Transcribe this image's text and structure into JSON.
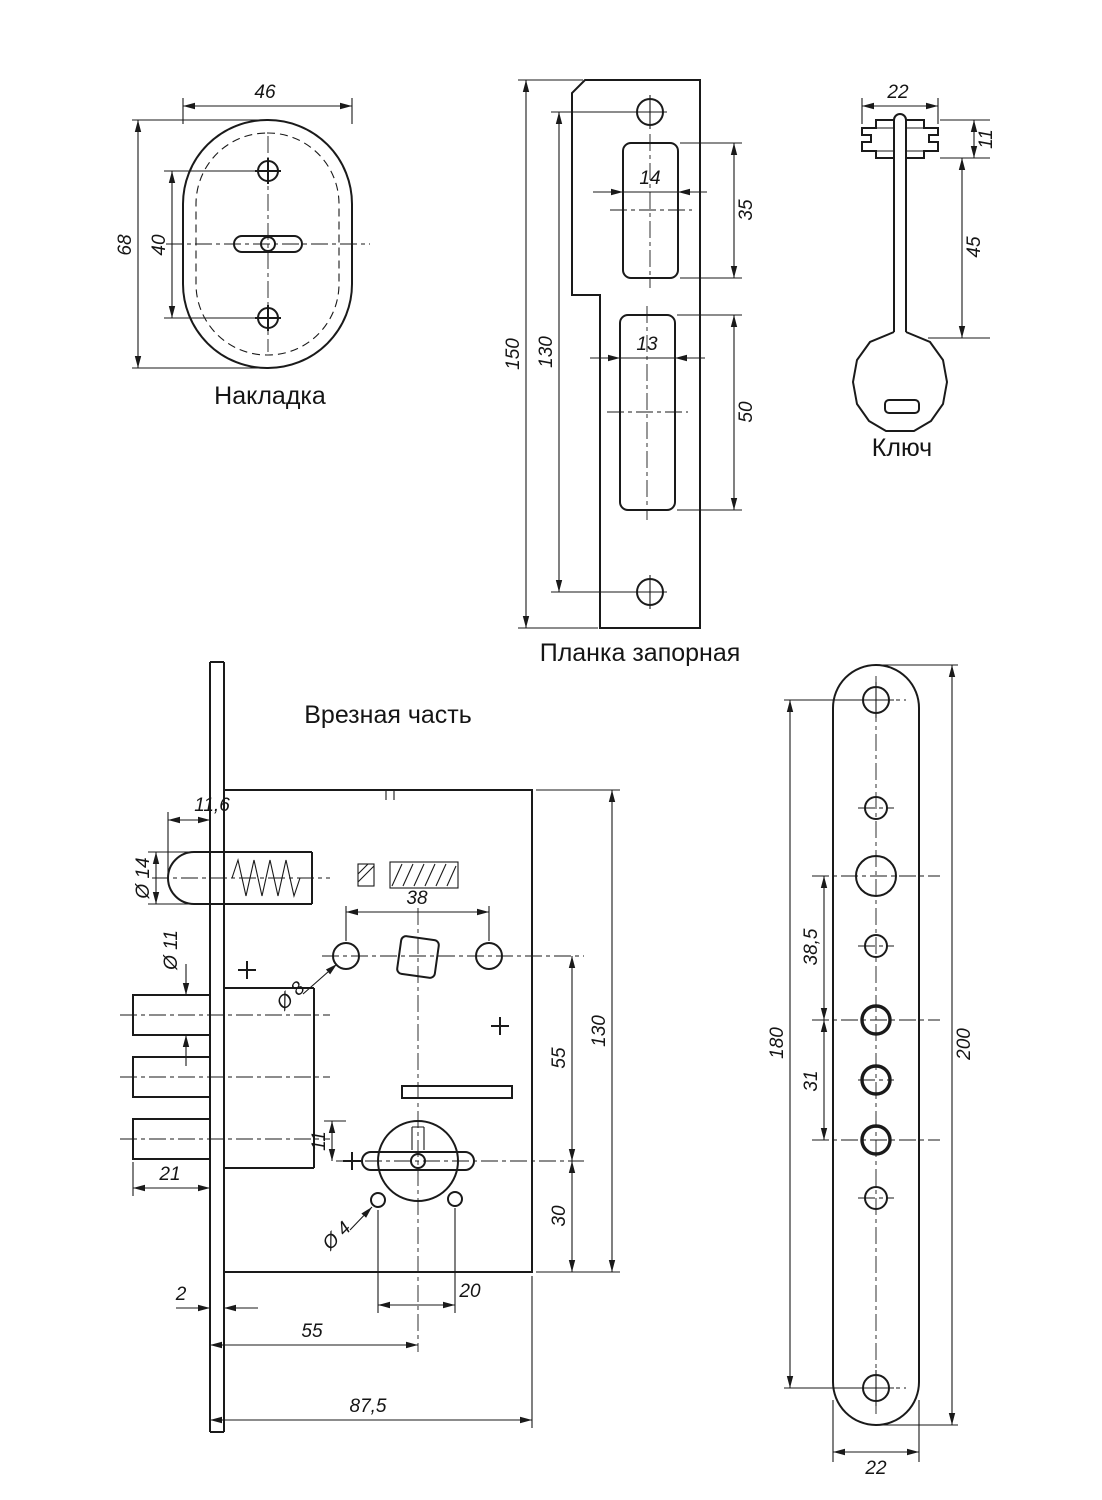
{
  "titles": {
    "escutcheon": "Накладка",
    "strike": "Планка запорная",
    "key": "Ключ",
    "mortise": "Врезная часть"
  },
  "esc": {
    "width": "46",
    "height": "68",
    "holes": "40"
  },
  "strike": {
    "height": "150",
    "holes": "130",
    "cut1w": "14",
    "cut1h": "35",
    "cut2w": "13",
    "cut2h": "50"
  },
  "key": {
    "width": "22",
    "bit": "11",
    "shaft": "45"
  },
  "mort": {
    "protrusion": "11,6",
    "latch_d": "Ø 14",
    "pin_d": "Ø 11",
    "pin_len": "21",
    "plate_t": "2",
    "backset": "55",
    "depth": "87,5",
    "span38": "38",
    "d8": "Ø 8",
    "height": "130",
    "hub_key": "55",
    "key_bottom": "30",
    "off11": "11",
    "d4": "Ø 4",
    "span20": "20"
  },
  "face": {
    "screws": "180",
    "d385": "38,5",
    "d31": "31",
    "length": "200",
    "width": "22"
  }
}
